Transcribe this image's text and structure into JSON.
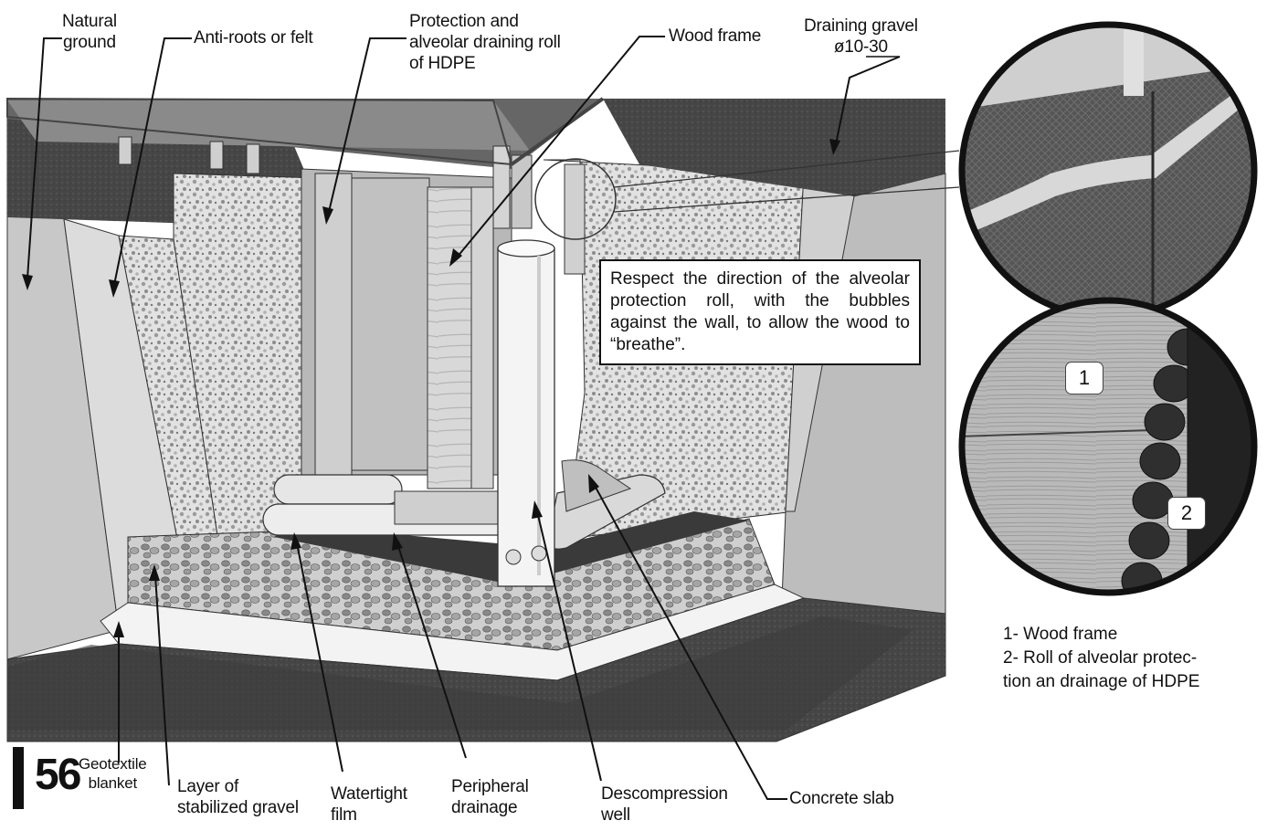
{
  "labels": {
    "natural_ground": [
      "Natural",
      "ground"
    ],
    "anti_roots": "Anti-roots or felt",
    "protection_roll": [
      "Protection and",
      "alveolar draining roll",
      "of HDPE"
    ],
    "wood_frame": "Wood frame",
    "draining_gravel": [
      "Draining gravel",
      "ø10-30"
    ],
    "geotextile": [
      "Geotextile",
      "blanket"
    ],
    "stabilized_gravel": [
      "Layer of",
      "stabilized gravel"
    ],
    "watertight_film": [
      "Watertight",
      "film"
    ],
    "peripheral_drainage": [
      "Peripheral",
      "drainage"
    ],
    "descompression_well": [
      "Descompression",
      "well"
    ],
    "concrete_slab": "Concrete slab"
  },
  "callout": "Respect the direction of the alveolar protection roll, with the bubbles against the wall, to allow the wood to “breathe”.",
  "detail": {
    "badge_1": "1",
    "badge_2": "2"
  },
  "legend": [
    "1- Wood frame",
    "2- Roll of alveolar protec-",
    "tion an drainage of HDPE"
  ],
  "page_number": "56",
  "colors": {
    "ground_dark": "#4a4a4a",
    "gravel": "#d9d9d9",
    "wall": "#bdbdbd",
    "ink": "#111111"
  }
}
